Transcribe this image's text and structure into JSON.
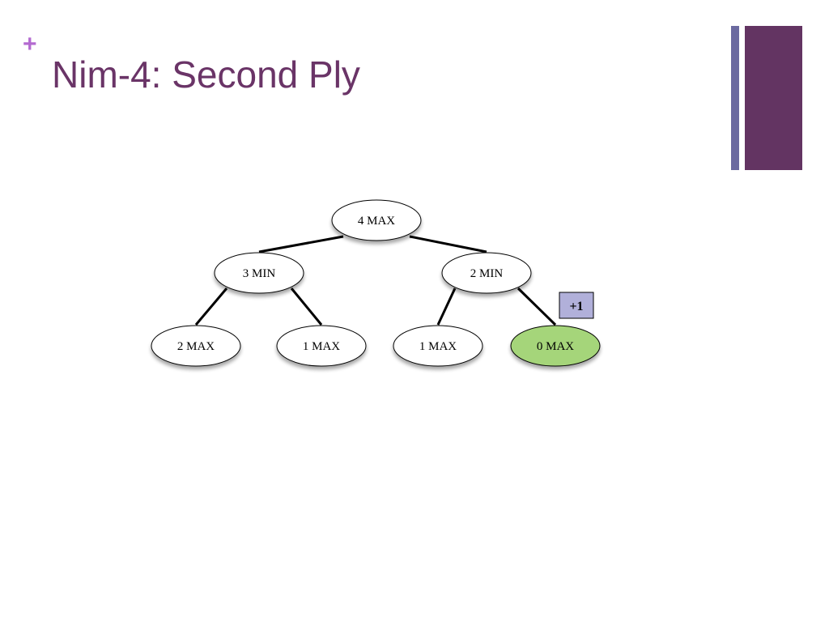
{
  "slide": {
    "plus_symbol": "+",
    "title": "Nim-4:  Second Ply"
  },
  "colors": {
    "title": "#6a3467",
    "plus": "#b36ad0",
    "bar_thin": "#6b6aa0",
    "bar_thick": "#633462",
    "node_fill": "#ffffff",
    "node_highlight_fill": "#a5d57a",
    "badge_fill": "#b1b0da",
    "edge": "#000000"
  },
  "tree": {
    "nodes": [
      {
        "id": "n4",
        "label": "4 MAX",
        "highlight": false
      },
      {
        "id": "n3",
        "label": "3 MIN",
        "highlight": false
      },
      {
        "id": "n2",
        "label": "2 MIN",
        "highlight": false
      },
      {
        "id": "n2max",
        "label": "2 MAX",
        "highlight": false
      },
      {
        "id": "n1max_a",
        "label": "1 MAX",
        "highlight": false
      },
      {
        "id": "n1max_b",
        "label": "1 MAX",
        "highlight": false
      },
      {
        "id": "n0max",
        "label": "0 MAX",
        "highlight": true
      }
    ],
    "edges": [
      {
        "from": "n4",
        "to": "n3"
      },
      {
        "from": "n4",
        "to": "n2"
      },
      {
        "from": "n3",
        "to": "n2max"
      },
      {
        "from": "n3",
        "to": "n1max_a"
      },
      {
        "from": "n2",
        "to": "n1max_b"
      },
      {
        "from": "n2",
        "to": "n0max"
      }
    ],
    "badge": {
      "label": "+1",
      "attached_to": "n0max"
    }
  }
}
